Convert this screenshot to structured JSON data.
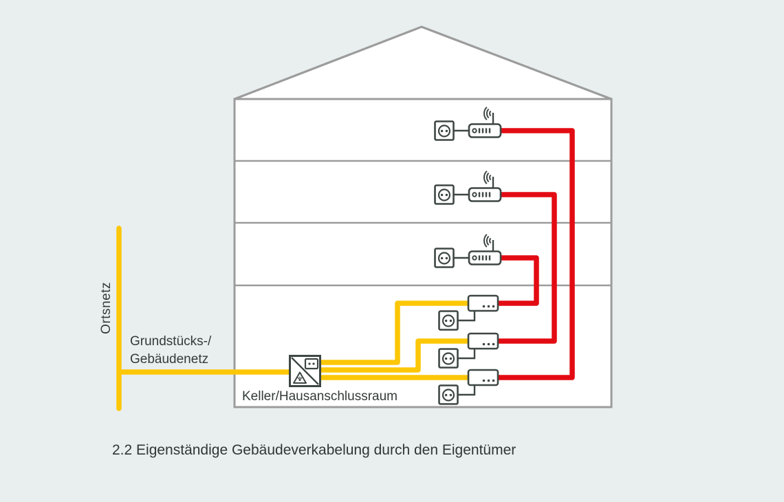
{
  "labels": {
    "ortsnetz": "Ortsnetz",
    "grundstuecksnetz": "Grundstücks-/\nGebäudenetz",
    "keller": "Keller/Hausanschlussraum",
    "caption": "2.2 Eigenständige Gebäudeverkabelung durch den Eigentümer"
  },
  "colors": {
    "background": "#e9efef",
    "house_fill": "#ffffff",
    "outline_gray": "#9c9c9c",
    "cable_yellow": "#fcc707",
    "cable_red": "#e30b13",
    "icon_dark": "#3e4743",
    "text_dark": "#333b39"
  },
  "diagram": {
    "type": "building-cabling-schematic",
    "floors": 4,
    "icons": [
      {
        "name": "wifi-router-icon",
        "count": 3,
        "floors": [
          "1st",
          "2nd",
          "3rd (top)"
        ]
      },
      {
        "name": "wall-socket-icon",
        "count": 6
      },
      {
        "name": "fiber-modem-icon",
        "count": 3,
        "floor": "ground floor"
      },
      {
        "name": "house-entry-box-icon",
        "count": 1,
        "location": "Keller/Hausanschlussraum",
        "symbols": [
          "laser-warning-triangle-icon",
          "socket-module-icon",
          "diagonal-divider"
        ]
      }
    ],
    "cables": [
      {
        "name": "Ortsnetz feed",
        "color": "#fcc707",
        "route": "vertical trunk outside house"
      },
      {
        "name": "Grundstücks-/Gebäudenetz",
        "color": "#fcc707",
        "route": "trunk to entry box, then 3 lines to modems"
      },
      {
        "name": "owner in-house cabling",
        "color": "#e30b13",
        "route": "3 risers from modems up to wifi routers"
      }
    ]
  }
}
